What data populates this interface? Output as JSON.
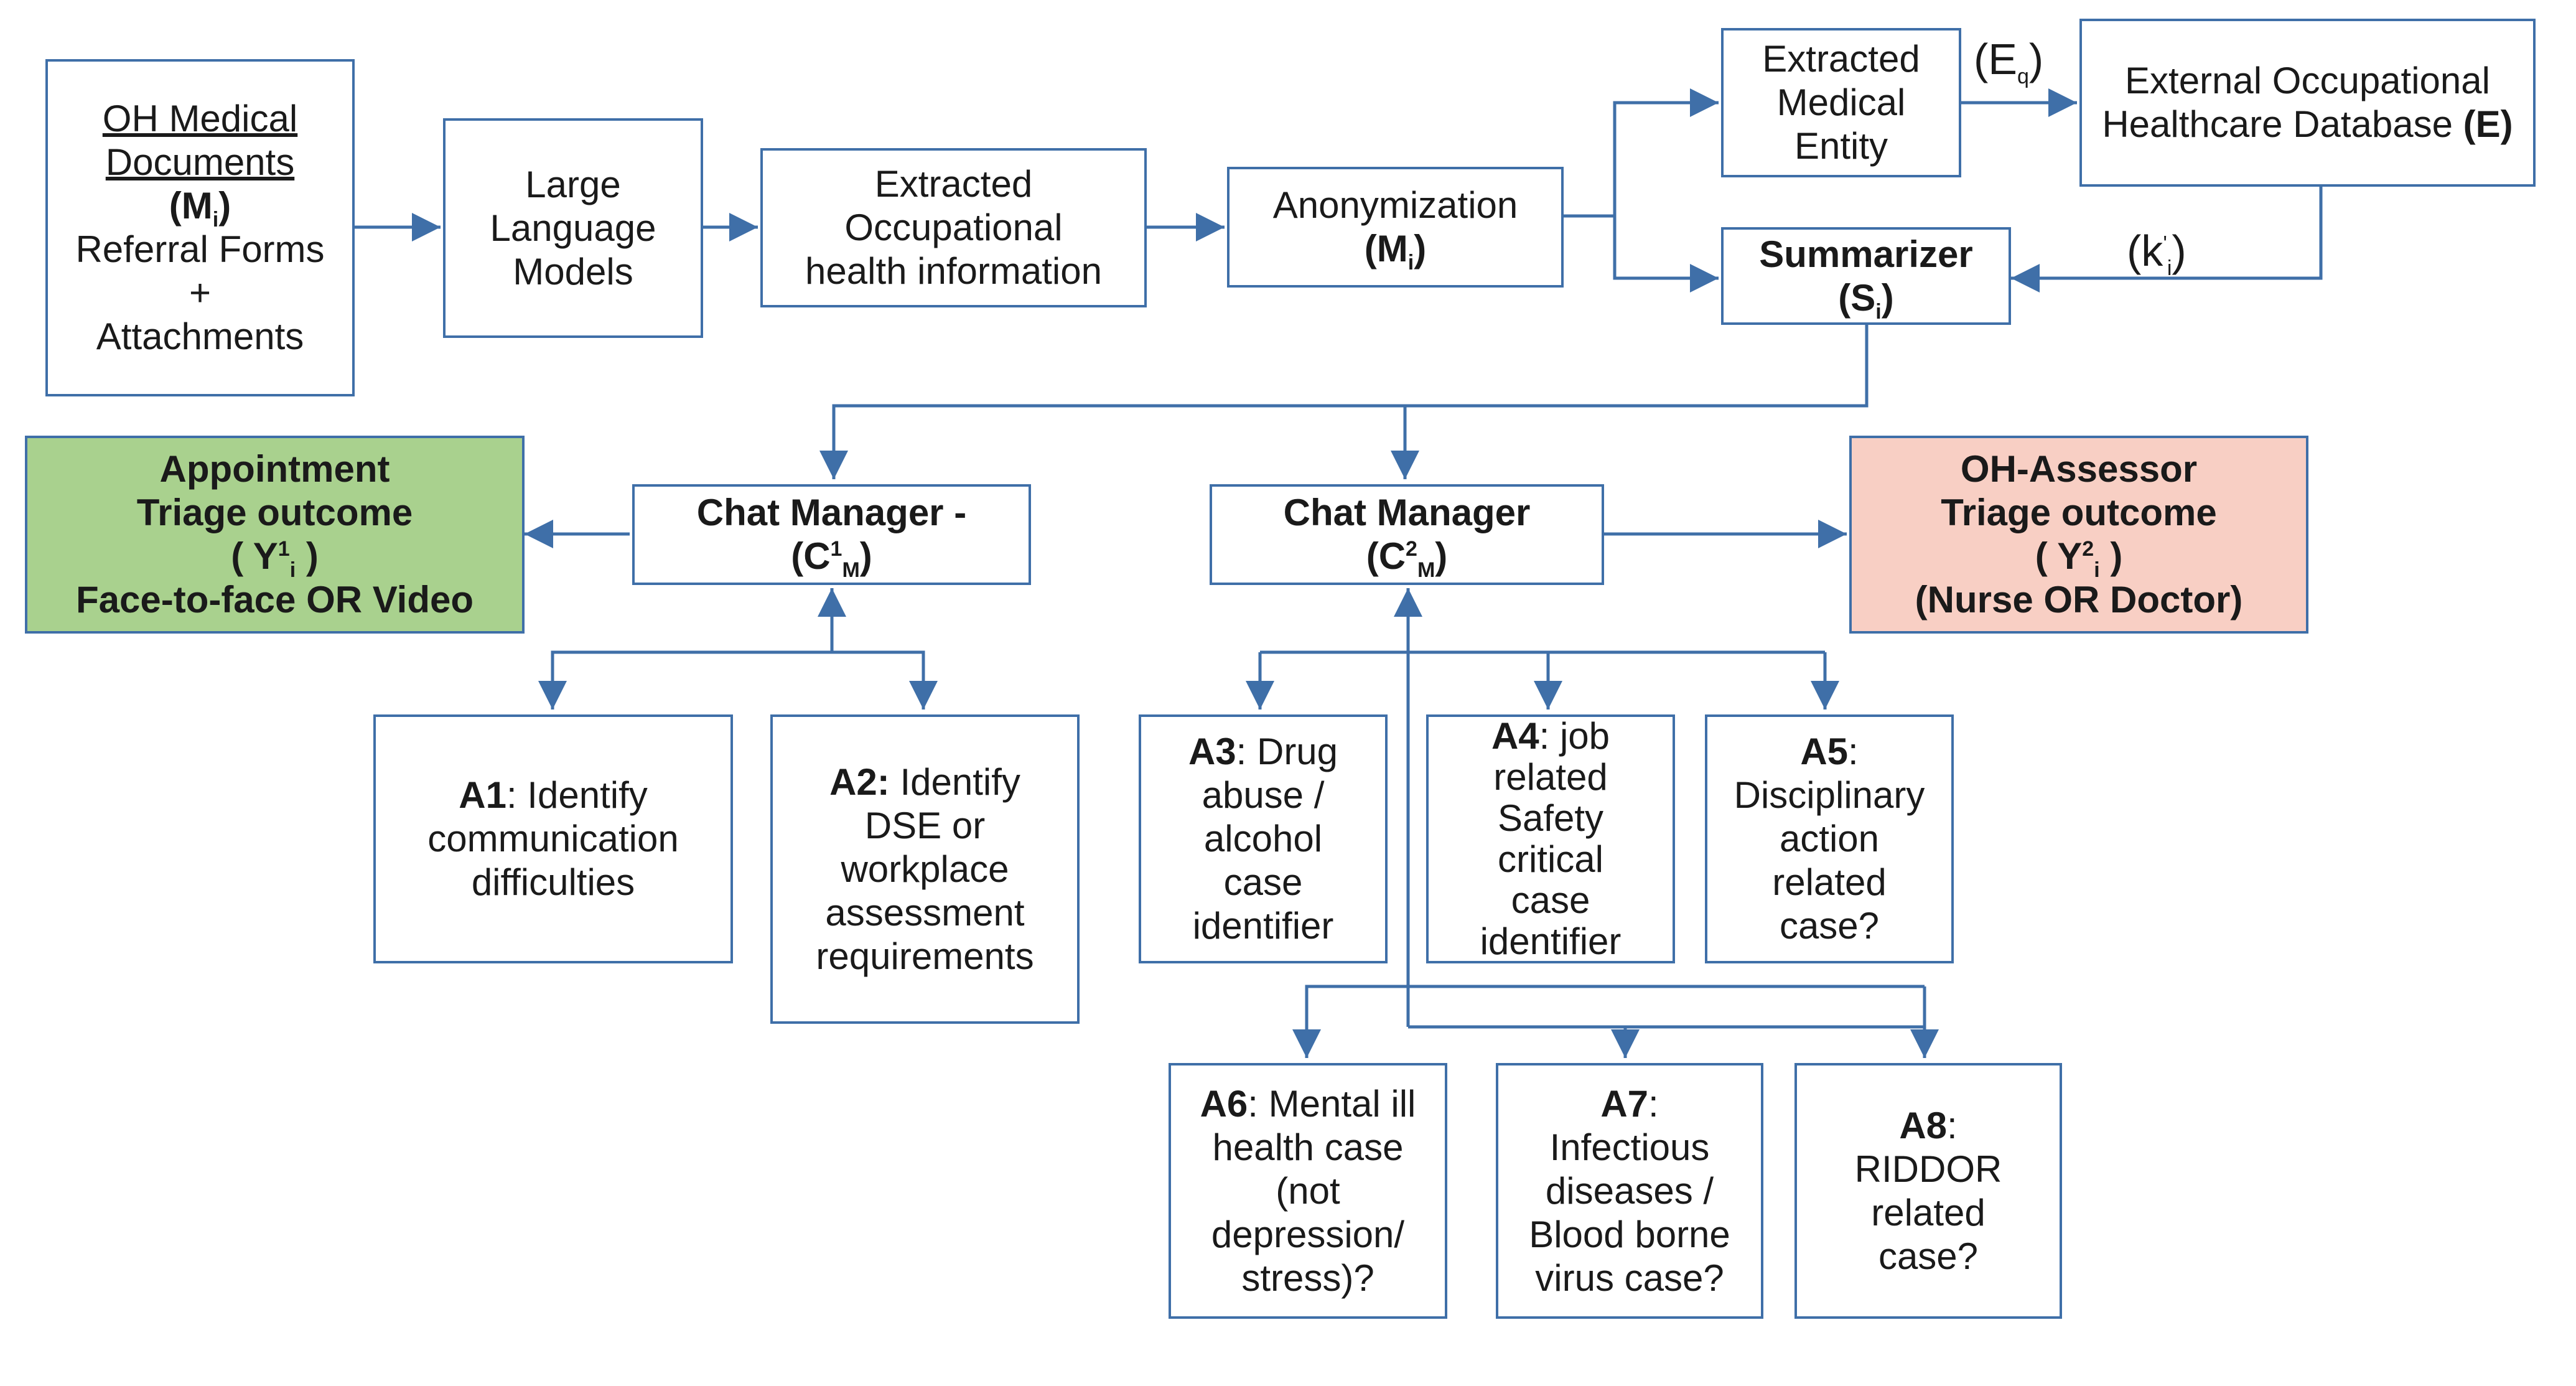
{
  "source": {
    "title": "OH Medical Documents",
    "symbol": "(M",
    "sub": "i",
    "close": ")",
    "line1": "Referral Forms",
    "plus": "+",
    "line2": "Attachments"
  },
  "llm": {
    "line1": "Large",
    "line2": "Language",
    "line3": "Models"
  },
  "extracted_info": {
    "line1": "Extracted",
    "line2": "Occupational",
    "line3": "health information"
  },
  "anonymization": {
    "label": "Anonymization",
    "symbol": "(M",
    "sub": "i",
    "close": ")"
  },
  "entity": {
    "line1": "Extracted",
    "line2": "Medical",
    "line3": "Entity"
  },
  "eq_label": {
    "open": "(E",
    "sub": "q",
    "close": ")"
  },
  "database": {
    "line1": "External Occupational",
    "line2": "Healthcare Database",
    "symbol": "(E)"
  },
  "k_label": {
    "open": "(k",
    "sup": "'",
    "sub": "i",
    "close": ")"
  },
  "summarizer": {
    "label": "Summarizer",
    "symbol": "(S",
    "sub": "i",
    "close": ")"
  },
  "appointment": {
    "line1": "Appointment",
    "line2": "Triage outcome",
    "sym_open": "( Y",
    "sup": "1",
    "sub": "i",
    "sym_close": " )",
    "line4": "Face-to-face OR Video",
    "color": "#a9d18e"
  },
  "chat1": {
    "label": "Chat Manager -",
    "sym_open": "(C",
    "sup": "1",
    "sub": "M",
    "close": ")"
  },
  "chat2": {
    "label": "Chat Manager",
    "sym_open": "(C",
    "sup": "2",
    "sub": "M",
    "close": ")"
  },
  "assessor": {
    "line1": "OH-Assessor",
    "line2": "Triage outcome",
    "sym_open": "( Y",
    "sup": "2",
    "sub": "i",
    "sym_close": " )",
    "line4": "(Nurse OR Doctor)",
    "color": "#f8cfc4"
  },
  "agents": {
    "a1": {
      "id": "A1",
      "lines": [
        ": Identify",
        "communication",
        "difficulties"
      ]
    },
    "a2": {
      "id": "A2:",
      "lines": [
        " Identify",
        "DSE or",
        "workplace",
        "assessment",
        "requirements"
      ]
    },
    "a3": {
      "id": "A3",
      "lines": [
        ": Drug",
        "abuse /",
        "alcohol",
        "case",
        "identifier"
      ]
    },
    "a4": {
      "id": "A4",
      "lines": [
        ": job",
        "related",
        "Safety",
        "critical",
        "case",
        "identifier"
      ]
    },
    "a5": {
      "id": "A5",
      "lines": [
        ":",
        "Disciplinary",
        "action",
        "related",
        "case?"
      ]
    },
    "a6": {
      "id": "A6",
      "lines": [
        ": Mental ill",
        "health case",
        "(not",
        "depression/",
        "stress)?"
      ]
    },
    "a7": {
      "id": "A7",
      "lines": [
        ":",
        "Infectious",
        "diseases /",
        "Blood borne",
        "virus case?"
      ]
    },
    "a8": {
      "id": "A8",
      "lines": [
        ":",
        "RIDDOR",
        "related",
        "case?"
      ]
    }
  },
  "colors": {
    "border": "#3f6fa8",
    "arrow": "#3f6fa8"
  }
}
